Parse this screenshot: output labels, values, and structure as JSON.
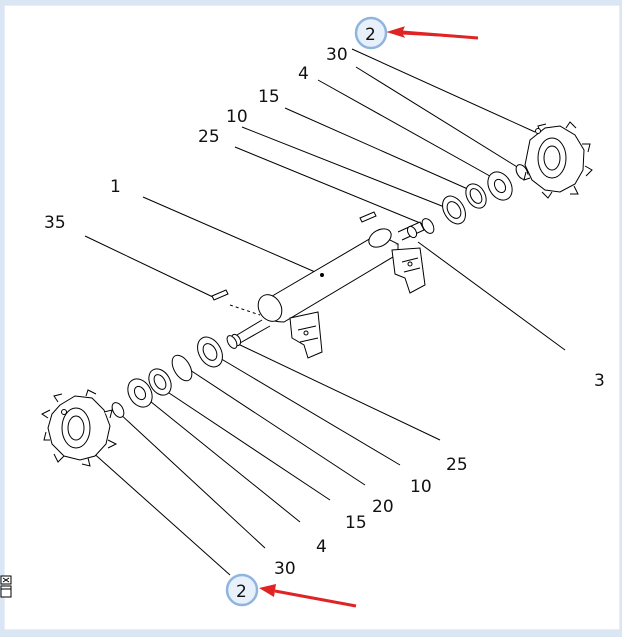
{
  "diagram": {
    "callouts": {
      "top_badge": "2",
      "top_30": "30",
      "top_4": "4",
      "top_15": "15",
      "top_10": "10",
      "top_25": "25",
      "label_1": "1",
      "label_35": "35",
      "label_3": "3",
      "right_25": "25",
      "right_10": "10",
      "right_20": "20",
      "low_15": "15",
      "low_4": "4",
      "low_30": "30",
      "bottom_badge": "2"
    },
    "colors": {
      "badge_ring": "#8fb4e0",
      "badge_fill": "#e8f0fb",
      "arrow": "#e02424",
      "line": "#000000"
    },
    "icons": [
      "window-restore-icon"
    ]
  }
}
